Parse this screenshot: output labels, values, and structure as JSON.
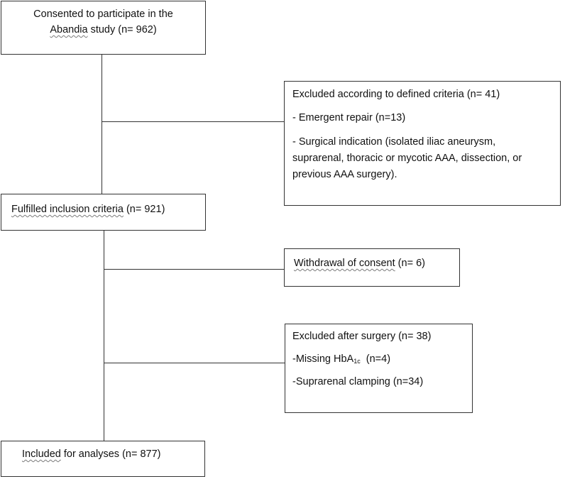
{
  "boxes": {
    "consented": {
      "line1": "Consented to participate in the",
      "line2_word": "Abandia",
      "line2_rest": " study (n= 962)"
    },
    "excluded_criteria": {
      "title": "Excluded according to defined criteria (n= 41)",
      "item1": "- Emergent repair (n=13)",
      "item2": "- Surgical indication (isolated iliac aneurysm, suprarenal, thoracic or mycotic AAA, dissection, or previous AAA surgery)."
    },
    "fulfilled": {
      "underlined": "Fulfilled inclusion criteria",
      "rest": " (n= 921)"
    },
    "withdrawal": {
      "underlined": "Withdrawal of consent",
      "rest": " (n= 6)"
    },
    "excluded_surgery": {
      "title": "Excluded after surgery (n= 38)",
      "item1_prefix": "-Missing HbA",
      "item1_sub": "1c",
      "item1_suffix": "  (n=4)",
      "item2": "-Suprarenal clamping (n=34)"
    },
    "included": {
      "underlined": "Included",
      "rest": " for analyses (n= 877)"
    }
  }
}
